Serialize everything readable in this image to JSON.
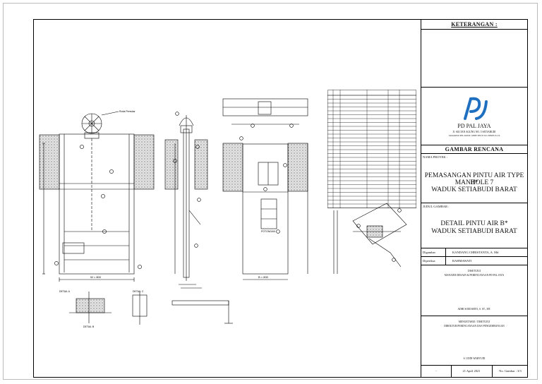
{
  "title_block": {
    "keterangan": "KETERANGAN :",
    "company": "PD PAL JAYA",
    "company_address_1": "Jl. SULTAN AGUNG NO. 5 SETIABUDI",
    "company_address_2": "JAKARTA SELATAN 12980 TELP. 021-8390515-16",
    "gambar_rencana": "GAMBAR RENCANA",
    "nama_proyek_label": "NAMA PROYEK :",
    "project_line_1": "PEMASANGAN PINTU AIR TYPE B*",
    "project_line_2": "MANHOLE 7",
    "project_line_3": "WADUK SETIABUDI BARAT",
    "judul_label": "JUDUL GAMBAR :",
    "drawing_title_1": "DETAIL PINTU AIR B*",
    "drawing_title_2": "WADUK SETIABUDI BARAT",
    "digambar_label": "Digambar",
    "digambar_value": "KANDANG CHRISTANTA, A. Md",
    "diperiksa_label": "Diperiksa",
    "diperiksa_value": "RAHMAWATI",
    "disetujui_1": "DISETUJUI",
    "disetujui_2": "MANAJER DESAIN & PERENCANAAN PD PAL JAYA",
    "name_1": "ADHI SOEDARTO, S. ST., MT.",
    "mengetahui_1": "MENGETAHUI / DISETUJUI",
    "mengetahui_2": "DIREKTUR PERENCANAAN DAN PENGEMBANGAN",
    "name_2": "S. UDIN WAHYUDI",
    "date": "21 April 2021",
    "sheet_no": "No. Gambar : 3/3",
    "dash": "-"
  },
  "colors": {
    "line": "#000000",
    "concrete": "#9a9a9a",
    "paper": "#ffffff",
    "logo_blue": "#1f6fc0"
  }
}
